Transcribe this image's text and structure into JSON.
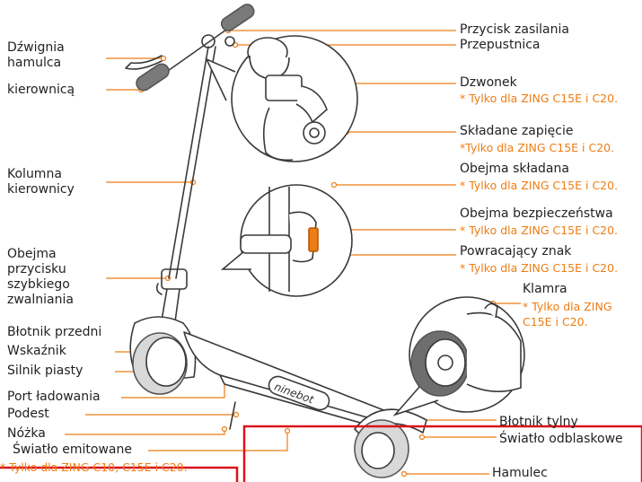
{
  "colors": {
    "leader_line": "#ee7d14",
    "note_text": "#ee7d14",
    "label_text": "#222222",
    "highlight_box": "#d9141c",
    "drawing": "#3a3a3a",
    "grip": "#7a7a7a",
    "tire": "#6e6e6e"
  },
  "brand": {
    "deck_logo": "ninebot"
  },
  "left_labels": {
    "brake_lever": "Dźwignia hamulca",
    "handlebar": "kierownicą",
    "stem": "Kolumna kierownicy",
    "quick_release": "Obejma przycisku szybkiego zwalniania",
    "front_fender": "Błotnik przedni",
    "indicator": "Wskaźnik",
    "hub_motor": "Silnik piasty",
    "charging_port": "Port ładowania",
    "deck": "Podest",
    "kickstand": "Nóżka",
    "ambient_light": "Światło emitowane",
    "ambient_light_note": "* Tylko dla ZING C10, C15E  i C20."
  },
  "right_labels": {
    "power_button": "Przycisk zasilania",
    "throttle": "Przepustnica",
    "bell": "Dzwonek",
    "bell_note": "* Tylko dla ZING C15E i C20.",
    "folding_buckle": "Składane zapięcie",
    "folding_buckle_note": "*Tylko dla ZING C15E i C20.",
    "folding_clamp": "Obejma składana",
    "folding_clamp_note": "* Tylko dla ZING C15E i C20.",
    "safety_clamp": "Obejma bezpieczeństwa",
    "safety_clamp_note": "* Tylko dla ZING C15E i C20.",
    "return_sign": "Powracający znak",
    "return_sign_note": "* Tylko dla ZING C15E i C20.",
    "clasp": "Klamra",
    "clasp_note": "* Tylko dla ZING C15E i C20.",
    "rear_fender": "Błotnik tylny",
    "reflector": "Światło odblaskowe",
    "brake": "Hamulec"
  }
}
